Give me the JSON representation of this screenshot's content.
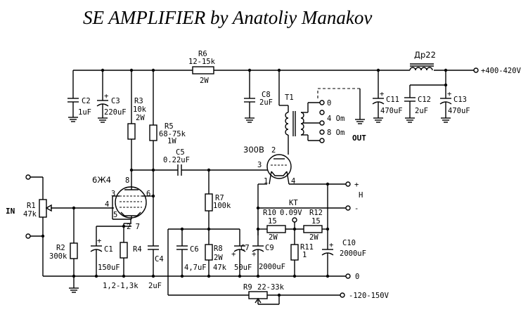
{
  "title": "SE AMPLIFIER by Anatoliy Manakov",
  "labels": {
    "r6": "R6",
    "r6_val": "12-15k",
    "r6_w": "2W",
    "dr22": "Др22",
    "hv_plus": "+400-420V",
    "c2": "C2",
    "c2_val": "1uF",
    "c3": "C3",
    "c3_val": "220uF",
    "r3": "R3",
    "r3_val": "10k",
    "r3_w": "2W",
    "r5": "R5",
    "r5_val": "68-75k",
    "r5_w": "1W",
    "c8": "C8",
    "c8_val": "2uF",
    "t1": "T1",
    "c11": "C11",
    "c11_val": "470uF",
    "c12": "C12",
    "c12_val": "2uF",
    "c13": "C13",
    "c13_val": "470uF",
    "tap0": "0",
    "tap4": "4 Om",
    "tap8": "8 Om",
    "out": "OUT",
    "c5": "C5",
    "c5_val": "0.22uF",
    "tube300b": "300B",
    "pin2": "2",
    "pin3": "3",
    "pin1": "1",
    "pin4": "4",
    "tube6j4": "6Ж4",
    "p8": "8",
    "p3": "3",
    "p4": "4",
    "p6": "6",
    "p5": "5",
    "p27": "2 7",
    "h_plus": "+",
    "h": "H",
    "h_minus": "-",
    "r7": "R7",
    "r7_val": "100k",
    "kt": "KT",
    "r10": "R10",
    "v09": "0.09V",
    "r12": "R12",
    "r10_val": "15",
    "r12_val": "15",
    "r10_w": "2W",
    "r12_w": "2W",
    "r1": "R1",
    "r1_val": "47k",
    "in": "IN",
    "r2": "R2",
    "r2_val": "300k",
    "c1": "C1",
    "c1_val": "150uF",
    "r4": "R4",
    "r4_val": "1,2-1,3k",
    "c4": "C4",
    "c4_val": "2uF",
    "c6": "C6",
    "c6_val": "4,7uF",
    "r8": "R8",
    "r8_w": "2W",
    "r8_val": "47k",
    "c7": "C7",
    "c7_val": "50uF",
    "c9": "C9",
    "c9_val": "2000uF",
    "r11": "R11",
    "r11_val": "1",
    "c10": "C10",
    "c10_val": "2000uF",
    "zero": "0",
    "r9": "R9",
    "r9_val": "22-33k",
    "neg_bias": "-120-150V"
  }
}
